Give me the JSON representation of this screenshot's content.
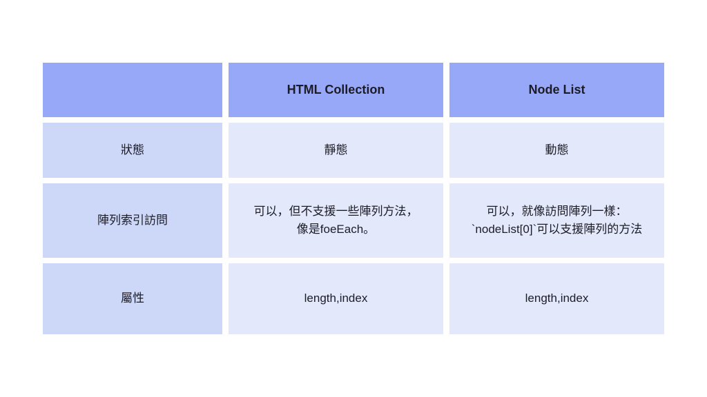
{
  "table": {
    "colors": {
      "header_bg": "#98a8f8",
      "label_bg": "#cdd7f7",
      "value_bg": "#e3e8fb",
      "text": "#1c1c26",
      "page_bg": "#ffffff"
    },
    "header": {
      "col1": "",
      "col2": "HTML Collection",
      "col3": "Node List"
    },
    "rows": [
      {
        "label": "狀態",
        "html_collection": "靜態",
        "node_list": "動態"
      },
      {
        "label": "陣列索引訪問",
        "html_collection": "可以，但不支援一些陣列方法，\n像是foeEach。",
        "node_list": "可以，就像訪問陣列一樣：\n`nodeList[0]`可以支援陣列的方法"
      },
      {
        "label": "屬性",
        "html_collection": "length,index",
        "node_list": "length,index"
      }
    ]
  }
}
